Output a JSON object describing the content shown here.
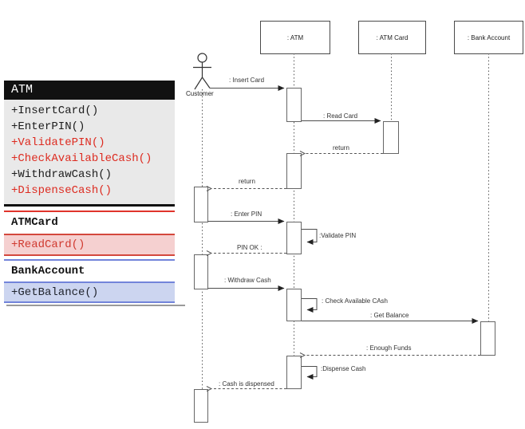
{
  "classes": {
    "atm": {
      "title": "ATM",
      "methods": [
        {
          "label": "+InsertCard()",
          "highlight": false
        },
        {
          "label": "+EnterPIN()",
          "highlight": false
        },
        {
          "label": "+ValidatePIN()",
          "highlight": true
        },
        {
          "label": "+CheckAvailableCash()",
          "highlight": true
        },
        {
          "label": "+WithdrawCash()",
          "highlight": false
        },
        {
          "label": "+DispenseCash()",
          "highlight": true
        }
      ]
    },
    "atm_card": {
      "title": "ATMCard",
      "method": "+ReadCard()"
    },
    "bank_account": {
      "title": "BankAccount",
      "method": "+GetBalance()"
    }
  },
  "sequence": {
    "actor_label": "Customer",
    "objects": [
      {
        "label": ": ATM"
      },
      {
        "label": ": ATM Card"
      },
      {
        "label": ": Bank Account"
      }
    ],
    "messages": [
      {
        "label": ": Insert Card",
        "type": "sync"
      },
      {
        "label": ": Read Card",
        "type": "sync"
      },
      {
        "label": "return",
        "type": "return"
      },
      {
        "label": "return",
        "type": "return"
      },
      {
        "label": ": Enter PIN",
        "type": "sync"
      },
      {
        "label": ":Validate PIN",
        "type": "self"
      },
      {
        "label": "PIN OK :",
        "type": "return"
      },
      {
        "label": ": Withdraw Cash",
        "type": "sync"
      },
      {
        "label": ": Check Available CAsh",
        "type": "self"
      },
      {
        "label": ": Get Balance",
        "type": "sync"
      },
      {
        "label": ": Enough Funds",
        "type": "return"
      },
      {
        "label": ":Dispense Cash",
        "type": "self"
      },
      {
        "label": ": Cash is dispensed",
        "type": "return"
      }
    ]
  },
  "colors": {
    "method_normal": "#1c1c1c",
    "highlight_red": "#dd2b20",
    "pink_fill": "#f5d0d0",
    "red_border": "#d4483d",
    "blue_fill": "#ccd5f0",
    "blue_border": "#7284da",
    "blue_text": "#20242e",
    "gray_fill": "#e9e9e9",
    "header_black": "#111111",
    "line_gray": "#4d4d4d"
  }
}
